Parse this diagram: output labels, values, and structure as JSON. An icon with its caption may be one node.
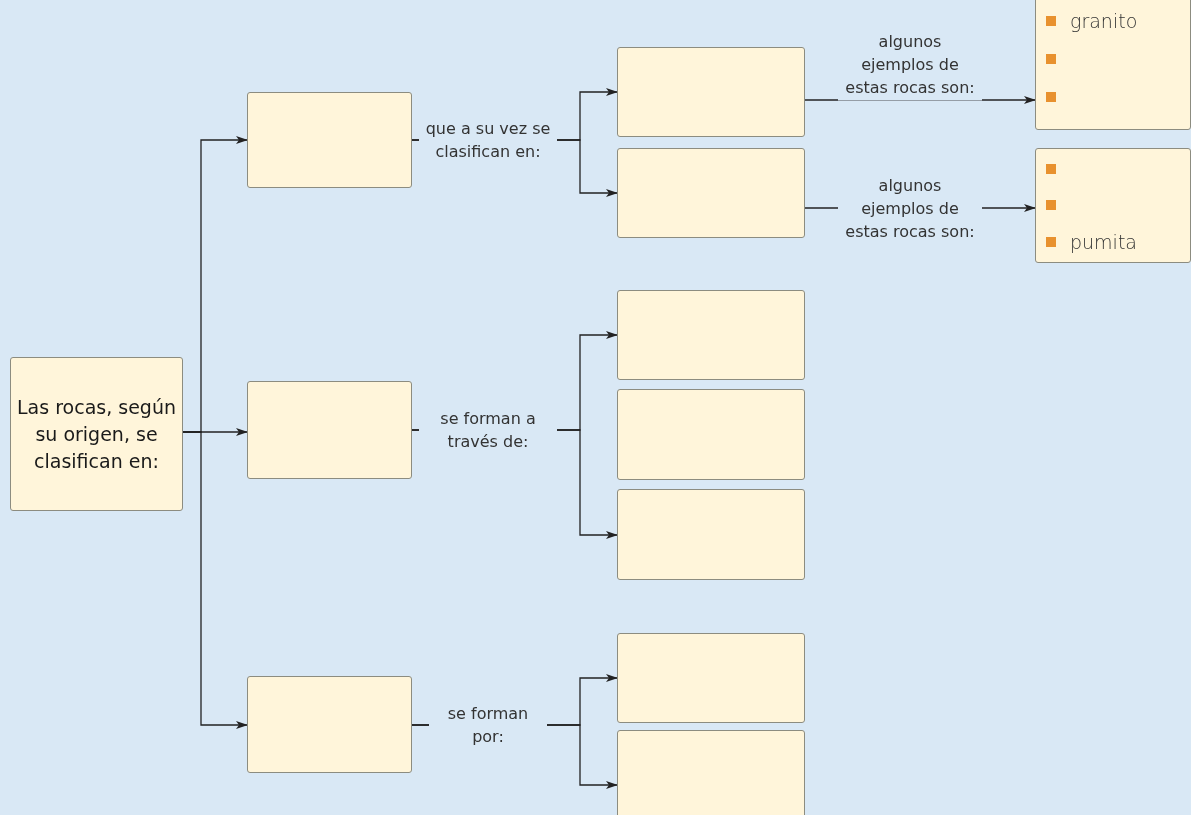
{
  "diagram": {
    "nodes": [
      {
        "text": [
          "Las rocas, según su origen, se clasifican en:"
        ]
      },
      {
        "text": [],
        "shape": "box"
      },
      {
        "text": [],
        "shape": "box"
      },
      {
        "text": [
          "granito"
        ]
      },
      {
        "text": [],
        "shape": "box"
      },
      {
        "text": [
          "pumita"
        ]
      },
      {
        "text": [],
        "shape": "box"
      },
      {
        "text": [],
        "shape": "box"
      },
      {
        "text": [],
        "shape": "box"
      },
      {
        "text": [],
        "shape": "box"
      },
      {
        "text": [],
        "shape": "box"
      },
      {
        "text": [],
        "shape": "box"
      },
      {
        "text": [],
        "shape": "box"
      }
    ],
    "edges": [
      {
        "from": 0,
        "to": 1,
        "arrow": "to"
      },
      {
        "from": 0,
        "to": 6,
        "arrow": "to"
      },
      {
        "from": 0,
        "to": 10,
        "arrow": "to"
      },
      {
        "from": 1,
        "to": 2,
        "arrow": "to",
        "label": "que a su vez se clasifican en:"
      },
      {
        "from": 1,
        "to": 4,
        "arrow": "to"
      },
      {
        "from": 2,
        "to": 3,
        "arrow": "to",
        "label": "algunos ejemplos de estas rocas son:"
      },
      {
        "from": 4,
        "to": 5,
        "arrow": "to",
        "label": "algunos ejemplos de estas rocas son:"
      },
      {
        "from": 6,
        "to": 7,
        "arrow": "to",
        "label": "se forman a través de:"
      },
      {
        "from": 6,
        "to": 9,
        "arrow": "to"
      },
      {
        "from": 10,
        "to": 11,
        "arrow": "to",
        "label": "se forman por:"
      },
      {
        "from": 10,
        "to": 12,
        "arrow": "to"
      }
    ]
  }
}
